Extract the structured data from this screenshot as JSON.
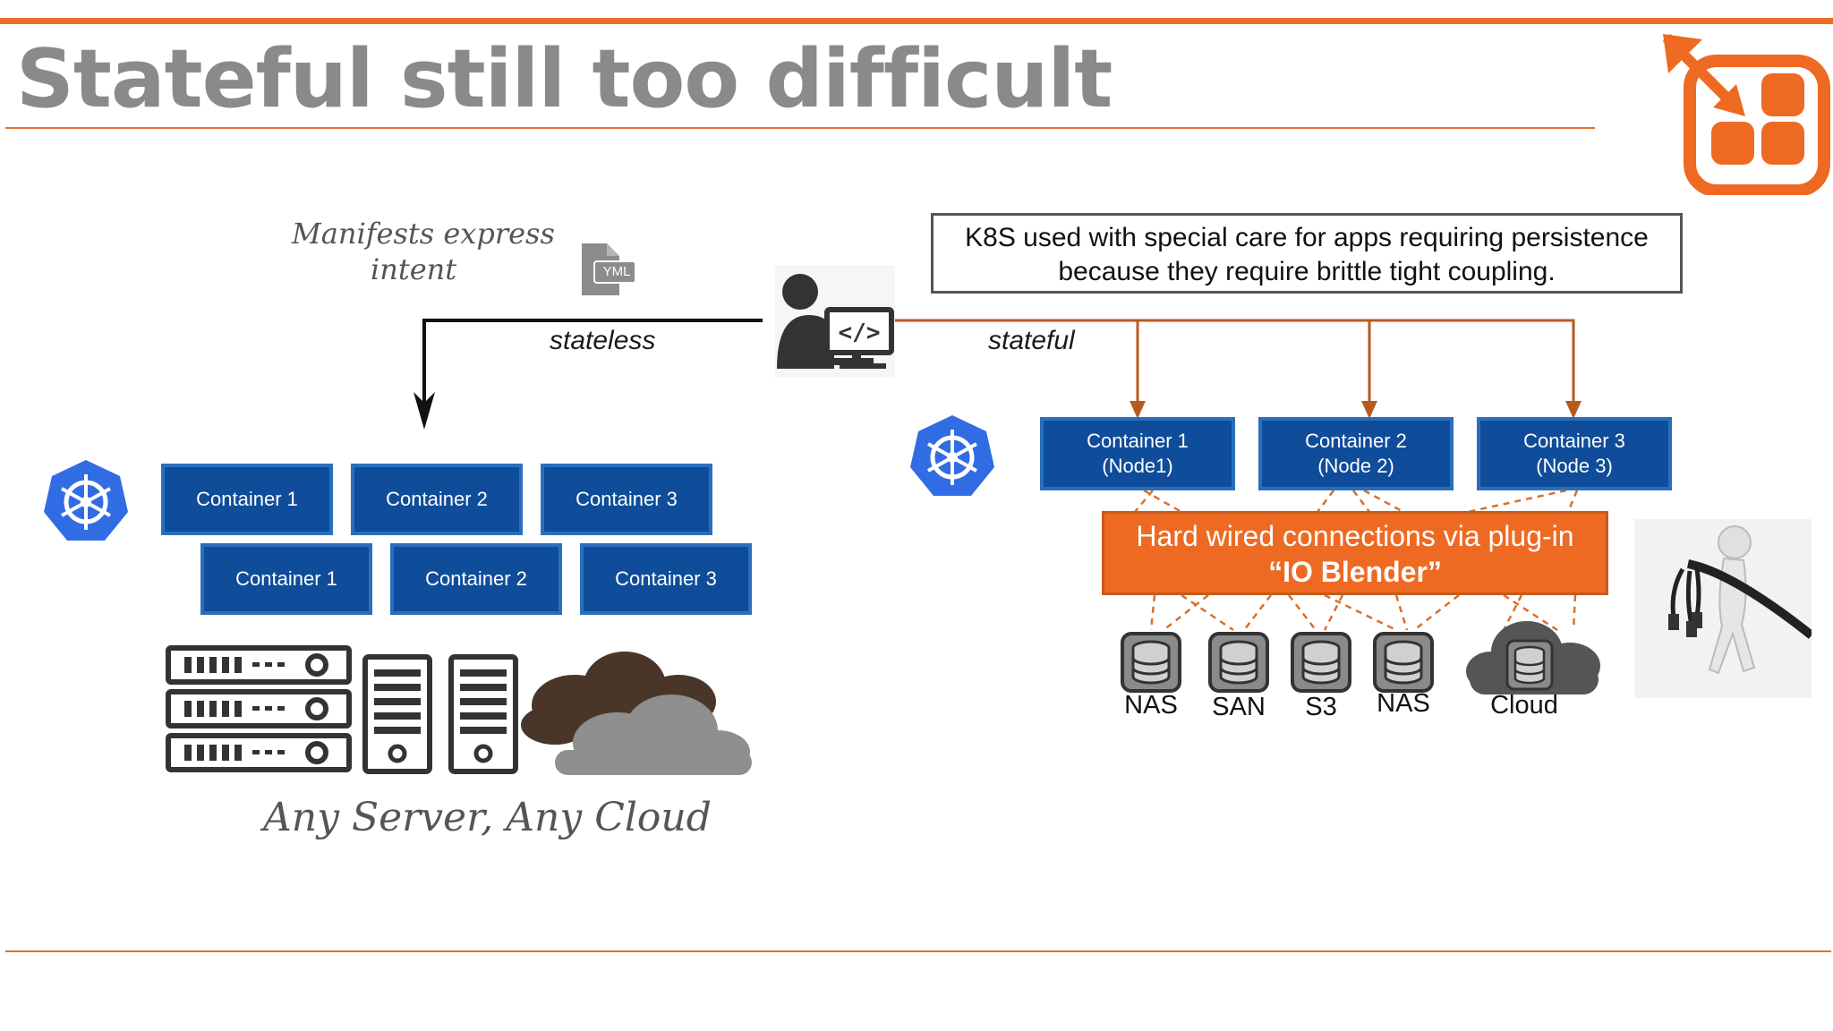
{
  "slide": {
    "title": "Stateful still too difficult",
    "manifests_line1": "Manifests express",
    "manifests_line2": "intent",
    "yml_icon_text": "YML",
    "stateless_label": "stateless",
    "stateful_label": "stateful",
    "note_line1": "K8S used with special care for apps requiring persistence",
    "note_line2": "because they require brittle tight coupling.",
    "any_server_cloud": "Any Server, Any Cloud"
  },
  "left_containers": {
    "row1": [
      "Container 1",
      "Container 2",
      "Container 3"
    ],
    "row2": [
      "Container 1",
      "Container 2",
      "Container 3"
    ]
  },
  "right_containers": [
    {
      "name": "Container 1",
      "node": "(Node1)"
    },
    {
      "name": "Container 2",
      "node": "(Node 2)"
    },
    {
      "name": "Container 3",
      "node": "(Node 3)"
    }
  ],
  "blender": {
    "line1": "Hard wired connections via plug-in",
    "line2": "“IO Blender”"
  },
  "storage": [
    "NAS",
    "SAN",
    "S3",
    "NAS",
    "Cloud"
  ],
  "colors": {
    "accent_orange": "#e8702a",
    "container_blue": "#0f4c9a",
    "k8s_blue": "#326ce5",
    "title_gray": "#8a8a8a",
    "arrow_brown": "#b85a1e"
  },
  "icons": [
    "kubernetes-icon",
    "developer-icon",
    "yml-file-icon",
    "server-rack-icon",
    "tower-server-icon",
    "cloud-icon",
    "database-icon",
    "logo-icon",
    "person-cable-figure"
  ]
}
